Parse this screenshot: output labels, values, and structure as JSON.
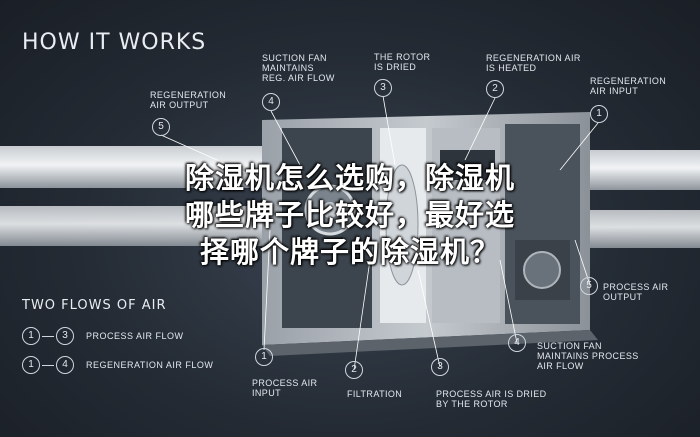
{
  "title": "HOW IT WORKS",
  "flows_title": "TWO FLOWS OF AIR",
  "legend": [
    {
      "from": "1",
      "to": "3",
      "text": "PROCESS AIR FLOW"
    },
    {
      "from": "1",
      "to": "4",
      "text": "REGENERATION AIR FLOW"
    }
  ],
  "top_callouts": [
    {
      "num": "5",
      "text": "REGENERATION\nAIR OUTPUT"
    },
    {
      "num": "4",
      "text": "SUCTION FAN\nMAINTAINS\nREG. AIR FLOW"
    },
    {
      "num": "3",
      "text": "THE ROTOR\nIS DRIED"
    },
    {
      "num": "2",
      "text": "REGENERATION AIR\nIS HEATED"
    },
    {
      "num": "1",
      "text": "REGENERATION\nAIR INPUT"
    }
  ],
  "bottom_callouts": [
    {
      "num": "1",
      "text": "PROCESS AIR\nINPUT"
    },
    {
      "num": "2",
      "text": "FILTRATION"
    },
    {
      "num": "3",
      "text": "PROCESS AIR IS DRIED\nBY THE ROTOR"
    },
    {
      "num": "4",
      "text": "SUCTION FAN\nMAINTAINS PROCESS\nAIR FLOW"
    },
    {
      "num": "5",
      "text": "PROCESS AIR\nOUTPUT"
    }
  ],
  "overlay_lines": [
    "除湿机怎么选购，除湿机",
    "哪些牌子比较好，最好选",
    "择哪个牌子的除湿机？"
  ],
  "colors": {
    "accent": "#3bb0e0",
    "background": "#242b34",
    "text": "#e3e8ee"
  }
}
